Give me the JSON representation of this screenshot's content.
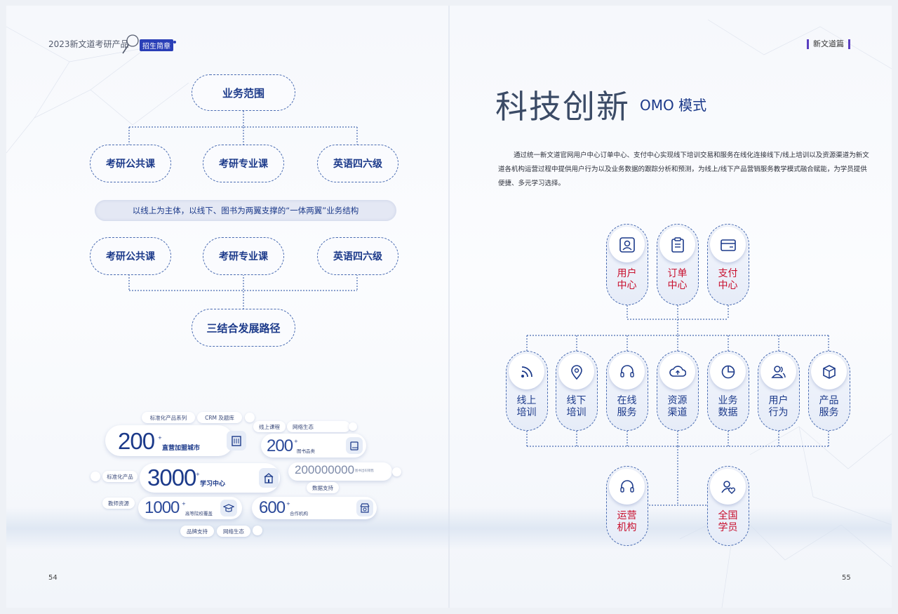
{
  "header": {
    "title": "2023新文道考研产品",
    "tag": "招生简章",
    "right_tag": "新文道篇"
  },
  "pages": {
    "left": "54",
    "right": "55"
  },
  "left": {
    "top": "业务范围",
    "row1": [
      "考研公共课",
      "考研专业课",
      "英语四六级"
    ],
    "banner": "以线上为主体，以线下、图书为两翼支撑的“一体两翼”业务结构",
    "row2": [
      "考研公共课",
      "考研专业课",
      "英语四六级"
    ],
    "bottom": "三结合发展路径"
  },
  "stats": {
    "chips": [
      "标准化产品系列",
      "CRM 及题库",
      "线上课程",
      "网络生态",
      "标准化产品",
      "数据支持",
      "教师资源",
      "品牌支持",
      "网络生态"
    ],
    "items": [
      {
        "num": "200",
        "sup": "+",
        "label": "直营加盟城市",
        "icon": "building-icon"
      },
      {
        "num": "200",
        "sup": "+",
        "label": "图书品类",
        "icon": "book-icon"
      },
      {
        "num": "3000",
        "sup": "+",
        "label": "学习中心",
        "icon": "school-icon"
      },
      {
        "num": "200000000",
        "sup": "",
        "label": "图书出码销售",
        "icon": ""
      },
      {
        "num": "1000",
        "sup": "+",
        "label": "高等院校覆盖",
        "icon": "graduation-icon"
      },
      {
        "num": "600",
        "sup": "+",
        "label": "合作机构",
        "icon": "shop-icon"
      }
    ]
  },
  "right": {
    "title": "科技创新",
    "subtitle": "OMO 模式",
    "paragraph": "通过统一新文道官网用户中心订单中心、支付中心实现线下培训交易和服务在线化连接线下/线上培训以及资源渠道为新文道各机构运营过程中提供用户行为以及业务数据的跟踪分析和预测，为线上/线下产品营销服务教学模式融合赋能，为学员提供便捷、多元学习选择。",
    "top_nodes": [
      {
        "l1": "用户",
        "l2": "中心",
        "icon": "user-card-icon"
      },
      {
        "l1": "订单",
        "l2": "中心",
        "icon": "clipboard-icon"
      },
      {
        "l1": "支付",
        "l2": "中心",
        "icon": "wallet-icon"
      }
    ],
    "mid_nodes": [
      {
        "l1": "线上",
        "l2": "培训",
        "icon": "rss-icon"
      },
      {
        "l1": "线下",
        "l2": "培训",
        "icon": "location-icon"
      },
      {
        "l1": "在线",
        "l2": "服务",
        "icon": "headset-icon"
      },
      {
        "l1": "资源",
        "l2": "渠道",
        "icon": "cloud-upload-icon"
      },
      {
        "l1": "业务",
        "l2": "数据",
        "icon": "pie-chart-icon"
      },
      {
        "l1": "用户",
        "l2": "行为",
        "icon": "users-icon"
      },
      {
        "l1": "产品",
        "l2": "服务",
        "icon": "box-icon"
      }
    ],
    "bottom_nodes": [
      {
        "l1": "运营",
        "l2": "机构",
        "icon": "headset-icon"
      },
      {
        "l1": "全国",
        "l2": "学员",
        "icon": "user-heart-icon"
      }
    ]
  }
}
